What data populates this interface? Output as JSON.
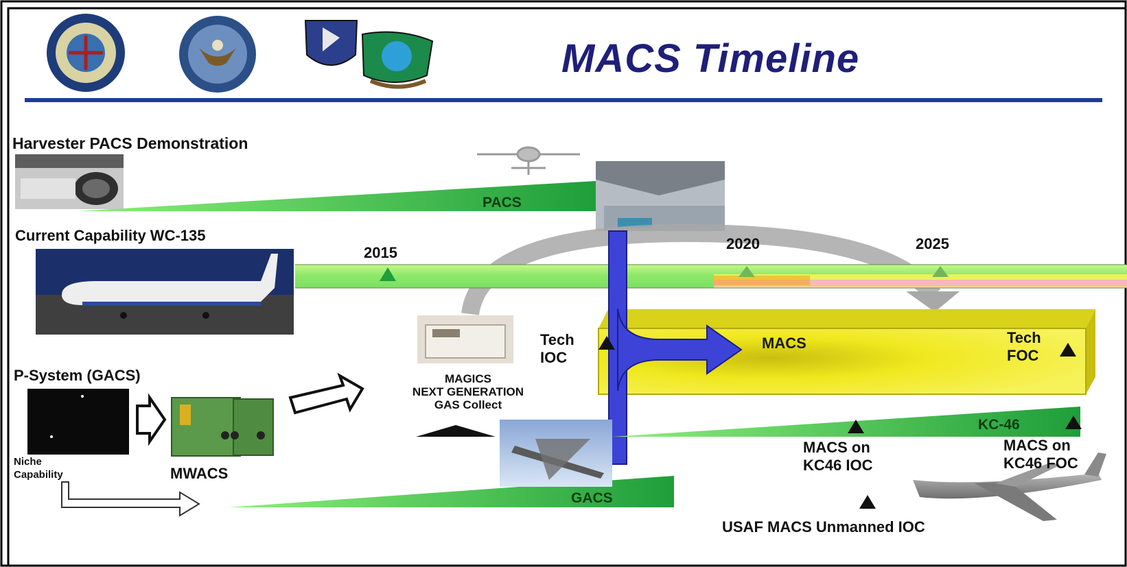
{
  "title": "MACS Timeline",
  "colors": {
    "title_blue": "#1f1f7a",
    "rule_blue": "#1f3d99",
    "wedge_green": "#1f9e3a",
    "wedge_light": "#6fe06f",
    "pipe_blue": "#3c43d6",
    "macs_yellow": "#f2ea1e",
    "timeline_green": "#9cf06c",
    "timeline_pink": "#f6b9b9",
    "arc_gray": "#a8a8a8"
  },
  "sections": {
    "harvester": "Harvester PACS Demonstration",
    "current": "Current Capability  WC-135",
    "psystem": "P-System (GACS)"
  },
  "bars": {
    "pacs": "PACS",
    "gacs": "GACS",
    "kc46": "KC-46",
    "macs": "MACS"
  },
  "timeline": {
    "years": [
      "2015",
      "2020",
      "2025"
    ]
  },
  "milestones": {
    "tech_ioc": [
      "Tech",
      "IOC"
    ],
    "tech_foc": [
      "Tech",
      "FOC"
    ],
    "macs_kc46_ioc": [
      "MACS on",
      "KC46 IOC"
    ],
    "macs_kc46_foc": [
      "MACS on",
      "KC46 FOC"
    ],
    "usaf_unmanned": "USAF MACS Unmanned IOC"
  },
  "magics": [
    "MAGICS",
    "NEXT GENERATION",
    "GAS Collect"
  ],
  "niche": [
    "Niche",
    "Capability"
  ],
  "mwacs": "MWACS",
  "icons": [
    "strategic-command-seal",
    "dod-seal",
    "wing-emblem",
    "afrl-emblem",
    "reaper-drone-icon",
    "c130-tail-photo",
    "harvester-engine-photo",
    "wc135-aircraft-photo",
    "magics-unit-photo",
    "niche-capability-photo",
    "mwacs-cabinet-icon",
    "c130-aircraft-photo",
    "kc46-aircraft-icon"
  ]
}
